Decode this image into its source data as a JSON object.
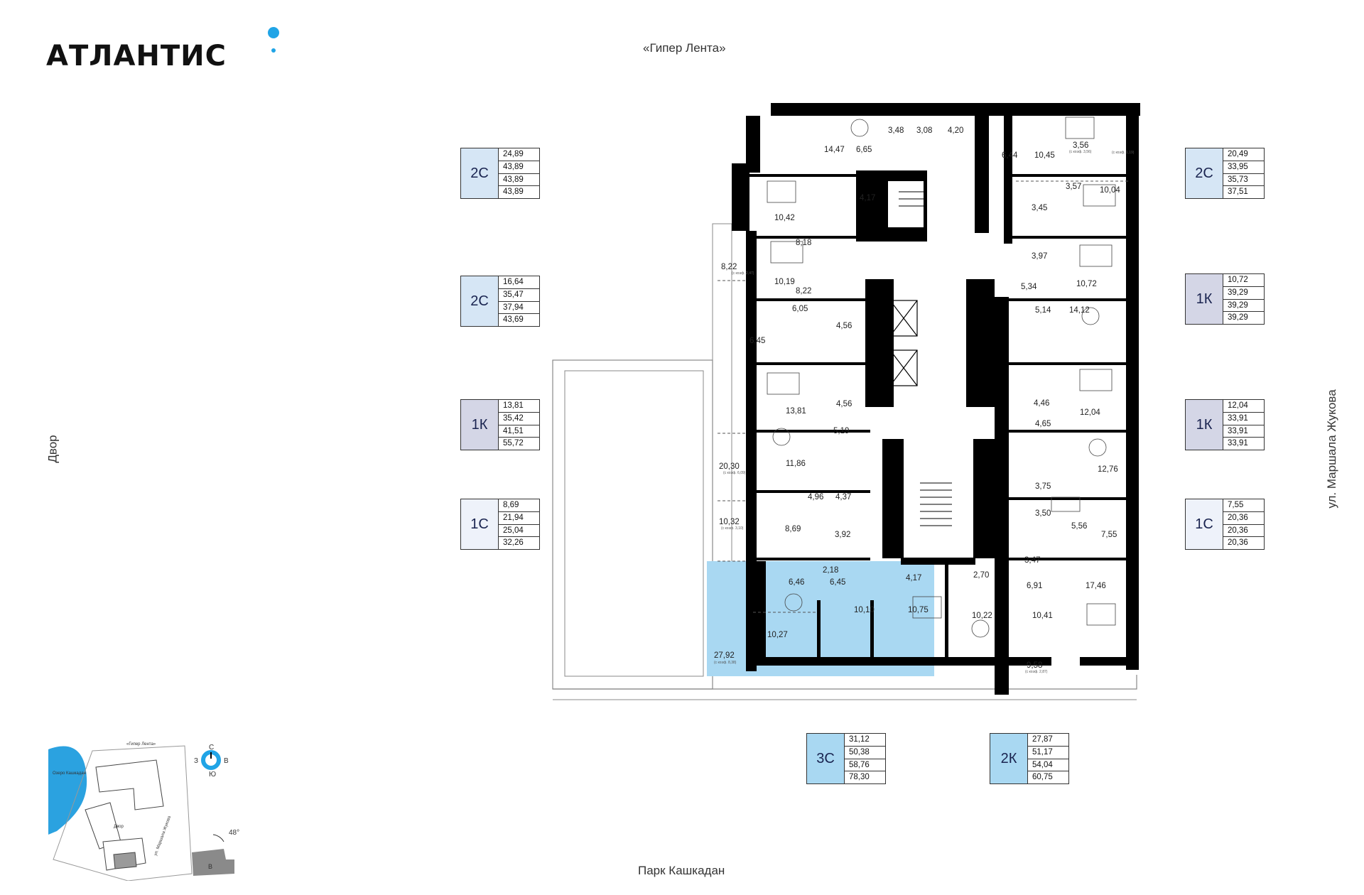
{
  "brand": "АТЛАНТИС",
  "streets": {
    "north": "«Гипер Лента»",
    "south": "Парк Кашкадан",
    "west": "Двор",
    "east": "ул. Маршала Жукова"
  },
  "apartments": [
    {
      "code": "2С",
      "values": [
        "24,89",
        "43,89",
        "43,89",
        "43,89"
      ],
      "tone": "2C",
      "side": "left"
    },
    {
      "code": "2С",
      "values": [
        "16,64",
        "35,47",
        "37,94",
        "43,69"
      ],
      "tone": "2C",
      "side": "left"
    },
    {
      "code": "1К",
      "values": [
        "13,81",
        "35,42",
        "41,51",
        "55,72"
      ],
      "tone": "1K",
      "side": "left"
    },
    {
      "code": "1С",
      "values": [
        "8,69",
        "21,94",
        "25,04",
        "32,26"
      ],
      "tone": "1C",
      "side": "left"
    },
    {
      "code": "2С",
      "values": [
        "20,49",
        "33,95",
        "35,73",
        "37,51"
      ],
      "tone": "2C",
      "side": "right"
    },
    {
      "code": "1К",
      "values": [
        "10,72",
        "39,29",
        "39,29",
        "39,29"
      ],
      "tone": "1K",
      "side": "right"
    },
    {
      "code": "1К",
      "values": [
        "12,04",
        "33,91",
        "33,91",
        "33,91"
      ],
      "tone": "1K",
      "side": "right"
    },
    {
      "code": "1С",
      "values": [
        "7,55",
        "20,36",
        "20,36",
        "20,36"
      ],
      "tone": "1C",
      "side": "right"
    },
    {
      "code": "3С",
      "values": [
        "31,12",
        "50,38",
        "58,76",
        "78,30"
      ],
      "tone": "3C",
      "side": "bottom"
    },
    {
      "code": "2К",
      "values": [
        "27,87",
        "51,17",
        "54,04",
        "60,75"
      ],
      "tone": "2K",
      "side": "bottom"
    }
  ],
  "rooms": [
    "14,47",
    "6,65",
    "3,48",
    "3,08",
    "4,20",
    "6,44",
    "10,45",
    "3,56",
    "10,42",
    "4,17",
    "8,18",
    "3,57",
    "10,04",
    "3,45",
    "3,97",
    "10,19",
    "8,22",
    "8,22",
    "5,34",
    "10,72",
    "6,05",
    "4,56",
    "6,45",
    "5,14",
    "14,12",
    "13,81",
    "4,56",
    "4,46",
    "12,04",
    "5,19",
    "4,65",
    "11,86",
    "20,30",
    "12,76",
    "3,75",
    "4,96",
    "4,37",
    "10,32",
    "8,69",
    "3,92",
    "3,50",
    "5,56",
    "7,55",
    "3,47",
    "2,18",
    "6,46",
    "6,45",
    "4,17",
    "2,70",
    "6,91",
    "17,46",
    "10,10",
    "10,75",
    "10,27",
    "10,22",
    "10,41",
    "27,92",
    "9,58"
  ],
  "terrace_notes": {
    "t1": "(с коэф. 3,56)",
    "t2": "(с коэф. 1,19)",
    "t3": "(с коэф. 2,47)",
    "t4": "(с коэф. 6,09)",
    "t5": "(с коэф. 3,10)",
    "t6": "(с коэф. 8,38)",
    "t7": "(с коэф. 2,87)"
  },
  "minimap": {
    "lake": "Озеро Кашкадан",
    "road_north": "«Гипер Лента»",
    "road_east": "ул. Маршала Жукова",
    "yard": "Двор",
    "compass": {
      "n": "С",
      "s": "Ю",
      "w": "З",
      "e": "В"
    },
    "angle": "48°",
    "block": "В"
  },
  "colors": {
    "accent": "#20a4e6",
    "highlight": "#a9d8f2",
    "wall": "#000000"
  }
}
